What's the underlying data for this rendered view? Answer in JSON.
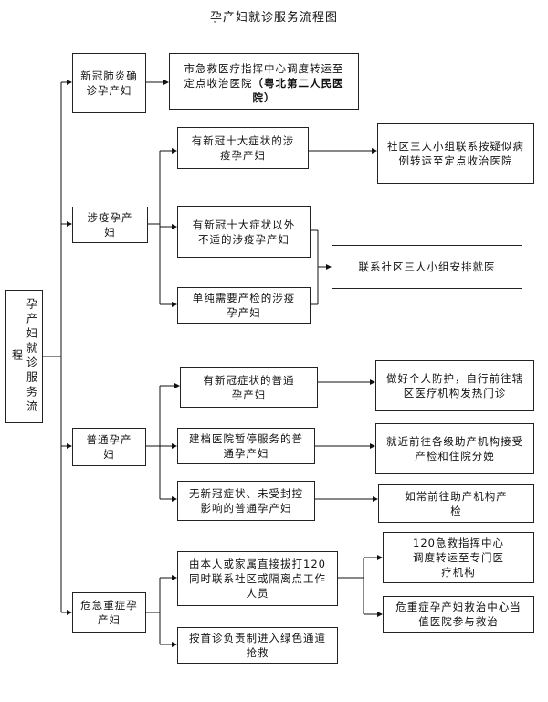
{
  "title": "孕产妇就诊服务流程图",
  "root": {
    "label": "孕产妇就诊服务流程"
  },
  "categories": {
    "covid": {
      "label": "新冠肺炎确诊孕产妇"
    },
    "epi": {
      "label": "涉疫孕产妇"
    },
    "normal": {
      "label": "普通孕产妇"
    },
    "critical": {
      "label": "危急重症孕产妇"
    }
  },
  "nodes": {
    "covid_action": {
      "text": "市急救医疗指挥中心调度转运至定点收治医院",
      "bold_text": "（粤北第二人民医院）"
    },
    "epi_10": {
      "text": "有新冠十大症状的涉疫孕产妇"
    },
    "epi_other": {
      "text": "有新冠十大症状以外不适的涉疫孕产妇"
    },
    "epi_checkup": {
      "text": "单纯需要产检的涉疫孕产妇"
    },
    "epi_10_action": {
      "text": "社区三人小组联系按疑似病例转运至定点收治医院"
    },
    "epi_community": {
      "text": "联系社区三人小组安排就医"
    },
    "normal_symptom": {
      "text": "有新冠症状的普通孕产妇"
    },
    "normal_suspended": {
      "text": "建档医院暂停服务的普通孕产妇"
    },
    "normal_none": {
      "text": "无新冠症状、未受封控影响的普通孕产妇"
    },
    "normal_symptom_action": {
      "text": "做好个人防护，自行前往辖区医疗机构发热门诊"
    },
    "normal_suspended_action": {
      "text": "就近前往各级助产机构接受产检和住院分娩"
    },
    "normal_none_action": {
      "text": "如常前往助产机构产检"
    },
    "critical_call": {
      "text": "由本人或家属直接拔打120同时联系社区或隔离点工作人员"
    },
    "critical_green": {
      "text": "按首诊负责制进入绿色通道抢救"
    },
    "critical_120": {
      "text": "120急救指挥中心调度转运至专门医疗机构"
    },
    "critical_hospital": {
      "text": "危重症孕产妇救治中心当值医院参与救治"
    }
  }
}
